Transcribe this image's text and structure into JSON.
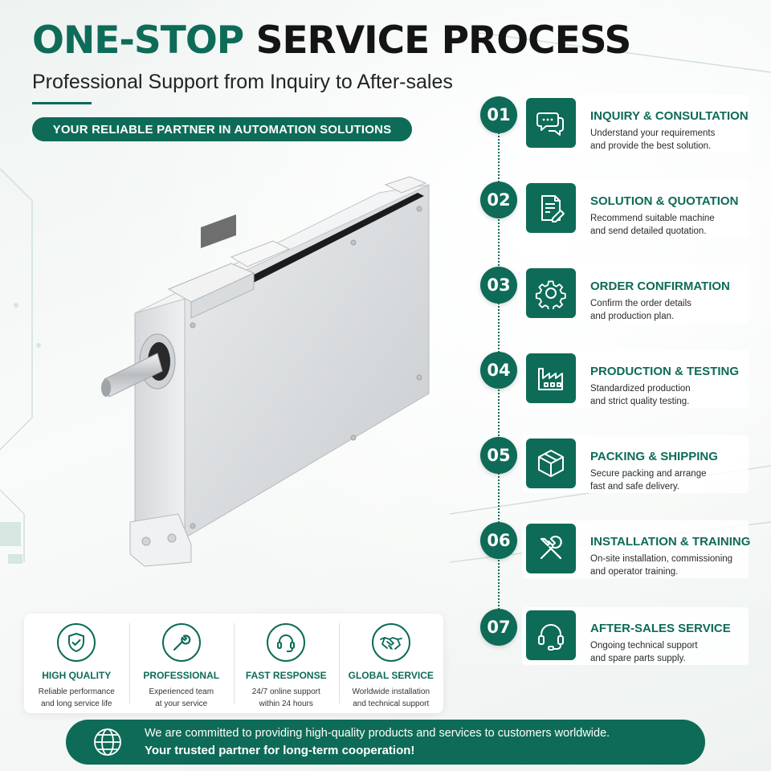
{
  "header": {
    "title_accent": "ONE-STOP",
    "title_rest": "SERVICE PROCESS",
    "subtitle": "Professional Support from Inquiry to After-sales",
    "tagline": "YOUR RELIABLE PARTNER IN AUTOMATION SOLUTIONS"
  },
  "colors": {
    "brand_green": "#0e6b57",
    "title_dark": "#141414",
    "background": "#f6f8f7"
  },
  "steps": [
    {
      "number": "01",
      "icon": "chat-bubbles-icon",
      "title": "INQUIRY & CONSULTATION",
      "desc_line1": "Understand your requirements",
      "desc_line2": "and provide the best solution."
    },
    {
      "number": "02",
      "icon": "document-edit-icon",
      "title": "SOLUTION & QUOTATION",
      "desc_line1": "Recommend suitable machine",
      "desc_line2": "and send detailed quotation."
    },
    {
      "number": "03",
      "icon": "gear-icon",
      "title": "ORDER CONFIRMATION",
      "desc_line1": "Confirm the order details",
      "desc_line2": "and production plan."
    },
    {
      "number": "04",
      "icon": "factory-icon",
      "title": "PRODUCTION & TESTING",
      "desc_line1": "Standardized production",
      "desc_line2": "and strict quality testing."
    },
    {
      "number": "05",
      "icon": "package-box-icon",
      "title": "PACKING & SHIPPING",
      "desc_line1": "Secure packing and arrange",
      "desc_line2": "fast and safe delivery."
    },
    {
      "number": "06",
      "icon": "tools-icon",
      "title": "INSTALLATION & TRAINING",
      "desc_line1": "On-site installation, commissioning",
      "desc_line2": "and operator training."
    },
    {
      "number": "07",
      "icon": "headset-icon",
      "title": "AFTER-SALES SERVICE",
      "desc_line1": "Ongoing technical support",
      "desc_line2": "and spare parts supply."
    }
  ],
  "features": [
    {
      "icon": "shield-check-icon",
      "title": "HIGH QUALITY",
      "desc_line1": "Reliable performance",
      "desc_line2": "and long service life"
    },
    {
      "icon": "wrench-icon",
      "title": "PROFESSIONAL",
      "desc_line1": "Experienced team",
      "desc_line2": "at your service"
    },
    {
      "icon": "headset-icon",
      "title": "FAST RESPONSE",
      "desc_line1": "24/7 online support",
      "desc_line2": "within 24 hours"
    },
    {
      "icon": "handshake-icon",
      "title": "GLOBAL SERVICE",
      "desc_line1": "Worldwide installation",
      "desc_line2": "and technical support"
    }
  ],
  "footer": {
    "icon": "globe-icon",
    "line1": "We are committed to providing high-quality products and services to customers worldwide.",
    "line2": "Your trusted partner for long-term cooperation!"
  }
}
